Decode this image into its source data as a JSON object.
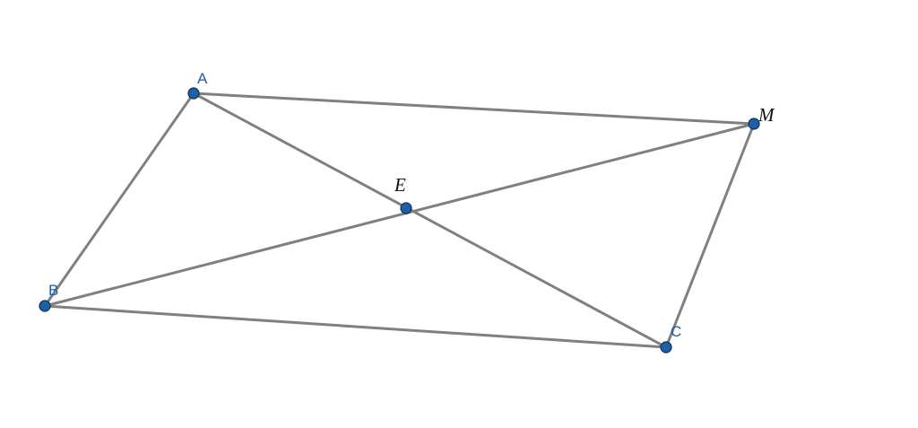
{
  "points": {
    "A": {
      "label": "A"
    },
    "B": {
      "label": "B"
    },
    "C": {
      "label": "C"
    },
    "M": {
      "label": "M"
    },
    "E": {
      "label": "E"
    }
  },
  "segments": [
    [
      "A",
      "B"
    ],
    [
      "A",
      "M"
    ],
    [
      "B",
      "C"
    ],
    [
      "C",
      "M"
    ],
    [
      "A",
      "C"
    ],
    [
      "B",
      "M"
    ]
  ],
  "colors": {
    "segment": "#808080",
    "point_fill": "#1f5fa8",
    "point_stroke": "#0e2f57",
    "label_blue": "#1f5fa8",
    "label_black": "#111111"
  }
}
